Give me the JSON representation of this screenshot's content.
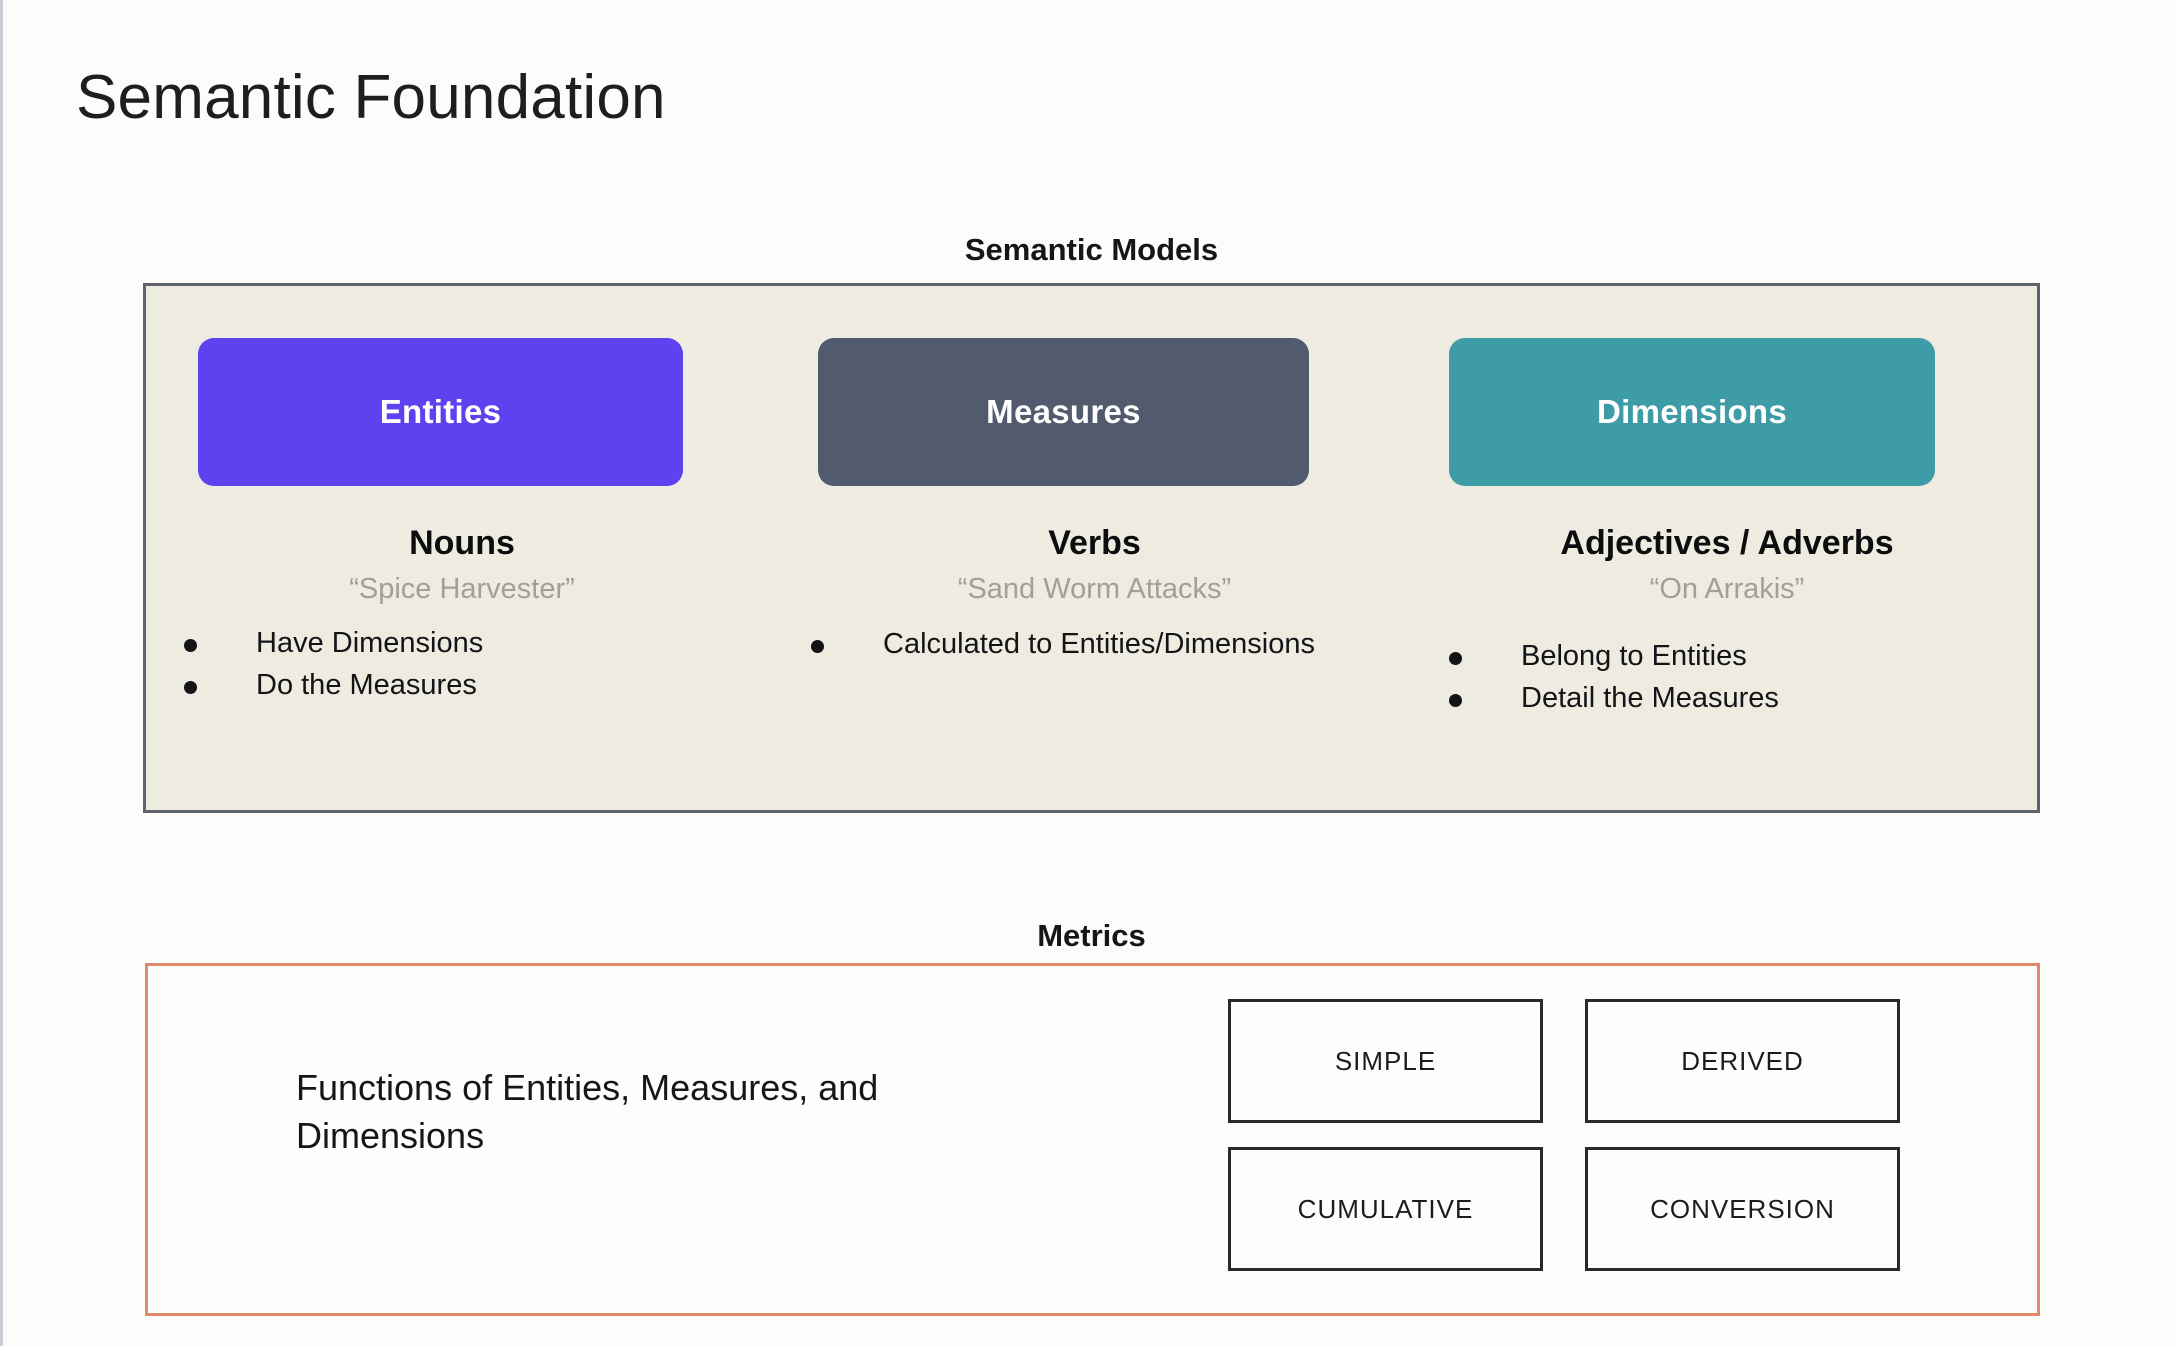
{
  "page": {
    "title": "Semantic Foundation",
    "background_color": "#fcfcfa"
  },
  "semantic_models": {
    "heading": "Semantic Models",
    "panel_background": "#eeece0",
    "panel_border_color": "#5d6470",
    "columns": [
      {
        "pill_label": "Entities",
        "pill_color": "#5c43ef",
        "part_of_speech": "Nouns",
        "example": "“Spice Harvester”",
        "bullets": [
          "Have Dimensions",
          "Do the Measures"
        ]
      },
      {
        "pill_label": "Measures",
        "pill_color": "#525b6e",
        "part_of_speech": "Verbs",
        "example": "“Sand Worm Attacks”",
        "bullets": [
          "Calculated to Entities/Dimensions"
        ]
      },
      {
        "pill_label": "Dimensions",
        "pill_color": "#3e9ca6",
        "part_of_speech": "Adjectives / Adverbs",
        "example": "“On Arrakis”",
        "bullets": [
          "Belong to Entities",
          "Detail the Measures"
        ]
      }
    ]
  },
  "metrics": {
    "heading": "Metrics",
    "panel_border_color": "#e08a6b",
    "description": "Functions of Entities, Measures, and Dimensions",
    "types": [
      "SIMPLE",
      "DERIVED",
      "CUMULATIVE",
      "CONVERSION"
    ]
  }
}
